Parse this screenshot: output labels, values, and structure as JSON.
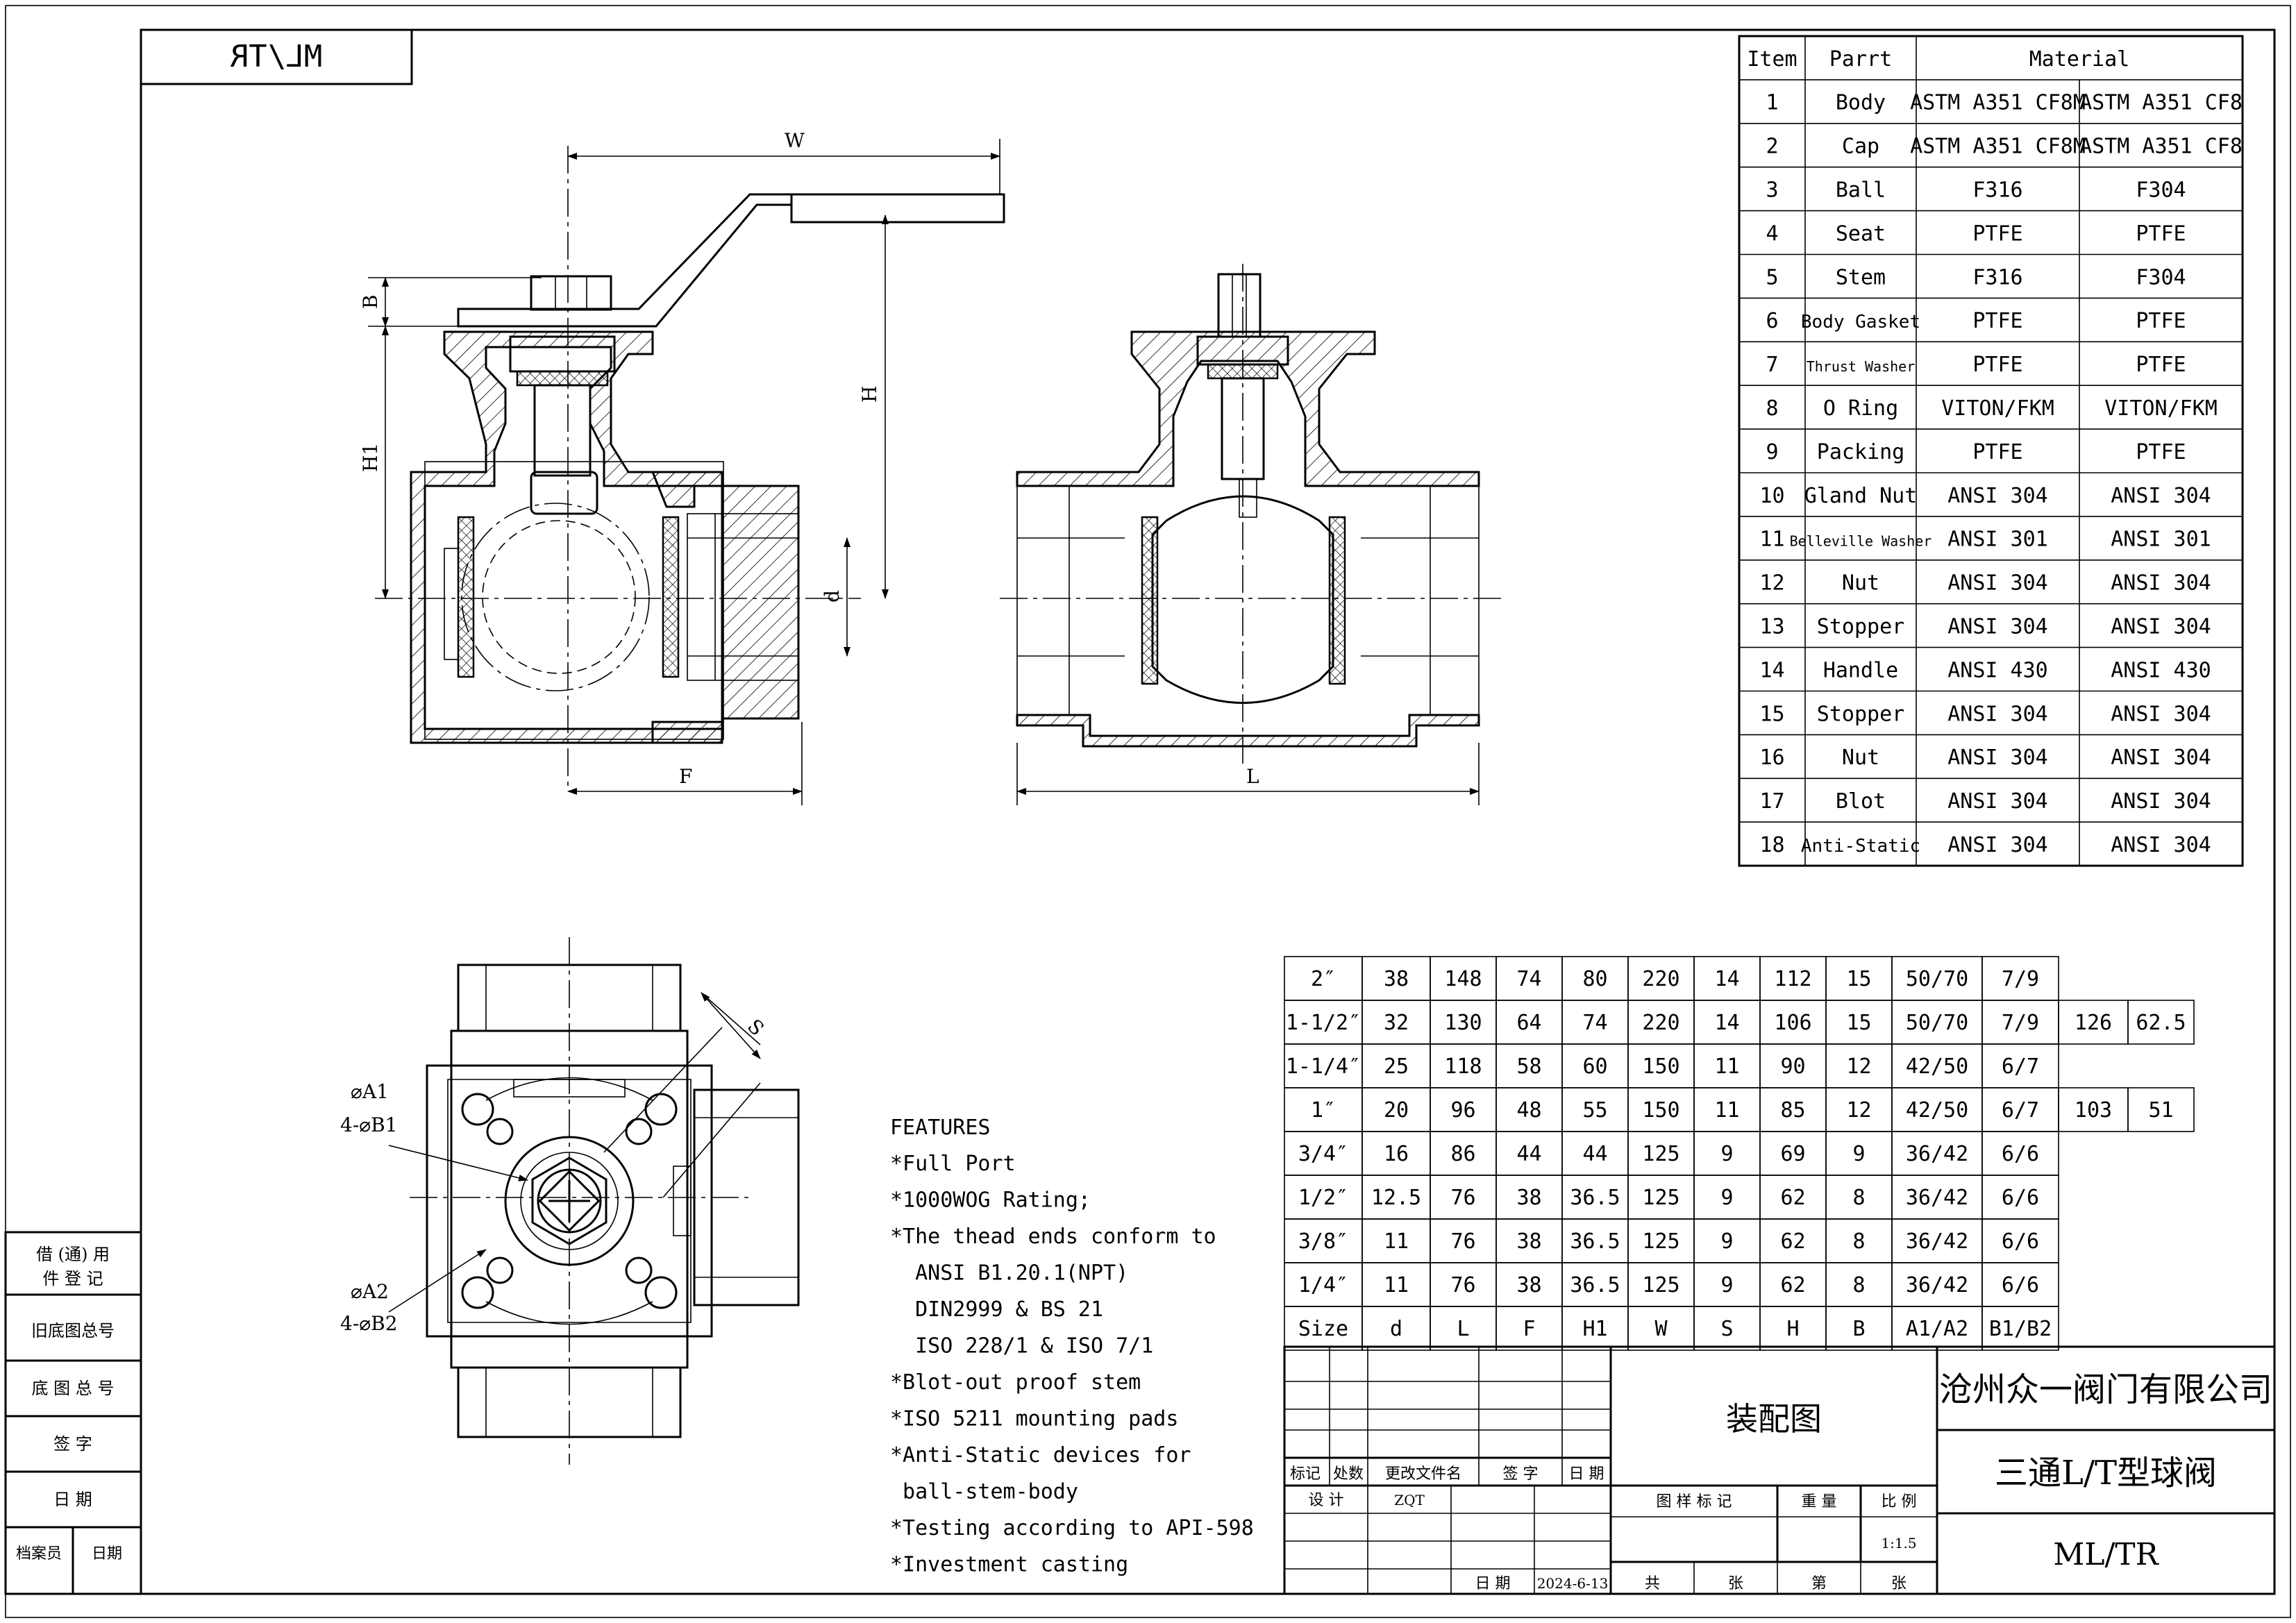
{
  "drawing": {
    "model_code": "ML/TR",
    "dimension_labels": {
      "W": "W",
      "H": "H",
      "H1": "H1",
      "B": "B",
      "d": "d",
      "F": "F",
      "L": "L",
      "S": "S",
      "A1": "⌀A1",
      "B1": "4-⌀B1",
      "A2": "⌀A2",
      "B2": "4-⌀B2"
    }
  },
  "parts_table": {
    "headers": [
      "Item",
      "Parrt",
      "Material"
    ],
    "rows": [
      [
        "1",
        "Body",
        "ASTM A351 CF8M",
        "ASTM A351 CF8"
      ],
      [
        "2",
        "Cap",
        "ASTM A351 CF8M",
        "ASTM A351 CF8"
      ],
      [
        "3",
        "Ball",
        "F316",
        "F304"
      ],
      [
        "4",
        "Seat",
        "PTFE",
        "PTFE"
      ],
      [
        "5",
        "Stem",
        "F316",
        "F304"
      ],
      [
        "6",
        "Body Gasket",
        "PTFE",
        "PTFE"
      ],
      [
        "7",
        "Thrust Washer",
        "PTFE",
        "PTFE"
      ],
      [
        "8",
        "O Ring",
        "VITON/FKM",
        "VITON/FKM"
      ],
      [
        "9",
        "Packing",
        "PTFE",
        "PTFE"
      ],
      [
        "10",
        "Gland Nut",
        "ANSI 304",
        "ANSI 304"
      ],
      [
        "11",
        "Belleville Washer",
        "ANSI 301",
        "ANSI 301"
      ],
      [
        "12",
        "Nut",
        "ANSI 304",
        "ANSI 304"
      ],
      [
        "13",
        "Stopper",
        "ANSI 304",
        "ANSI 304"
      ],
      [
        "14",
        "Handle",
        "ANSI 430",
        "ANSI 430"
      ],
      [
        "15",
        "Stopper",
        "ANSI 304",
        "ANSI 304"
      ],
      [
        "16",
        "Nut",
        "ANSI 304",
        "ANSI 304"
      ],
      [
        "17",
        "Blot",
        "ANSI 304",
        "ANSI 304"
      ],
      [
        "18",
        "Anti-Static",
        "ANSI 304",
        "ANSI 304"
      ]
    ]
  },
  "size_table": {
    "rows": [
      [
        "2″",
        "38",
        "148",
        "74",
        "80",
        "220",
        "14",
        "112",
        "15",
        "50/70",
        "7/9",
        "",
        ""
      ],
      [
        "1-1/2″",
        "32",
        "130",
        "64",
        "74",
        "220",
        "14",
        "106",
        "15",
        "50/70",
        "7/9",
        "126",
        "62.5"
      ],
      [
        "1-1/4″",
        "25",
        "118",
        "58",
        "60",
        "150",
        "11",
        "90",
        "12",
        "42/50",
        "6/7",
        "",
        ""
      ],
      [
        "1″",
        "20",
        "96",
        "48",
        "55",
        "150",
        "11",
        "85",
        "12",
        "42/50",
        "6/7",
        "103",
        "51"
      ],
      [
        "3/4″",
        "16",
        "86",
        "44",
        "44",
        "125",
        "9",
        "69",
        "9",
        "36/42",
        "6/6",
        "",
        ""
      ],
      [
        "1/2″",
        "12.5",
        "76",
        "38",
        "36.5",
        "125",
        "9",
        "62",
        "8",
        "36/42",
        "6/6",
        "",
        ""
      ],
      [
        "3/8″",
        "11",
        "76",
        "38",
        "36.5",
        "125",
        "9",
        "62",
        "8",
        "36/42",
        "6/6",
        "",
        ""
      ],
      [
        "1/4″",
        "11",
        "76",
        "38",
        "36.5",
        "125",
        "9",
        "62",
        "8",
        "36/42",
        "6/6",
        "",
        ""
      ]
    ],
    "header": [
      "Size",
      "d",
      "L",
      "F",
      "H1",
      "W",
      "S",
      "H",
      "B",
      "A1/A2",
      "B1/B2"
    ]
  },
  "features": {
    "title": "FEATURES",
    "lines": [
      "*Full Port",
      "*1000WOG Rating;",
      "*The thead ends conform to",
      "  ANSI B1.20.1(NPT)",
      "  DIN2999 & BS 21",
      "  ISO 228/1 & ISO 7/1",
      "*Blot-out proof stem",
      "*ISO 5211 mounting pads",
      "*Anti-Static devices for",
      " ball-stem-body",
      "*Testing according to API-598",
      "*Investment casting"
    ]
  },
  "side_panel": {
    "items": [
      "借 (通) 用",
      "件 登 记",
      "旧底图总号",
      "底 图 总 号",
      "签 字",
      "日 期",
      "档案员",
      "日期"
    ]
  },
  "title_block": {
    "drawing_name": "装配图",
    "company": "沧州众一阀门有限公司",
    "product": "三通L/T型球阀",
    "model": "ML/TR",
    "labels": {
      "mark": "标记",
      "count": "处数",
      "change_doc": "更改文件名",
      "sign": "签 字",
      "date": "日 期",
      "design": "设 计",
      "designer": "ZQT",
      "stage": "图 样 标 记",
      "weight": "重 量",
      "scale": "比 例",
      "scale_value": "1:1.5",
      "date2": "日 期",
      "date_value": "2024-6-13",
      "total": "共",
      "sheets": "张",
      "sheet_no": "第",
      "sheets2": "张"
    }
  }
}
